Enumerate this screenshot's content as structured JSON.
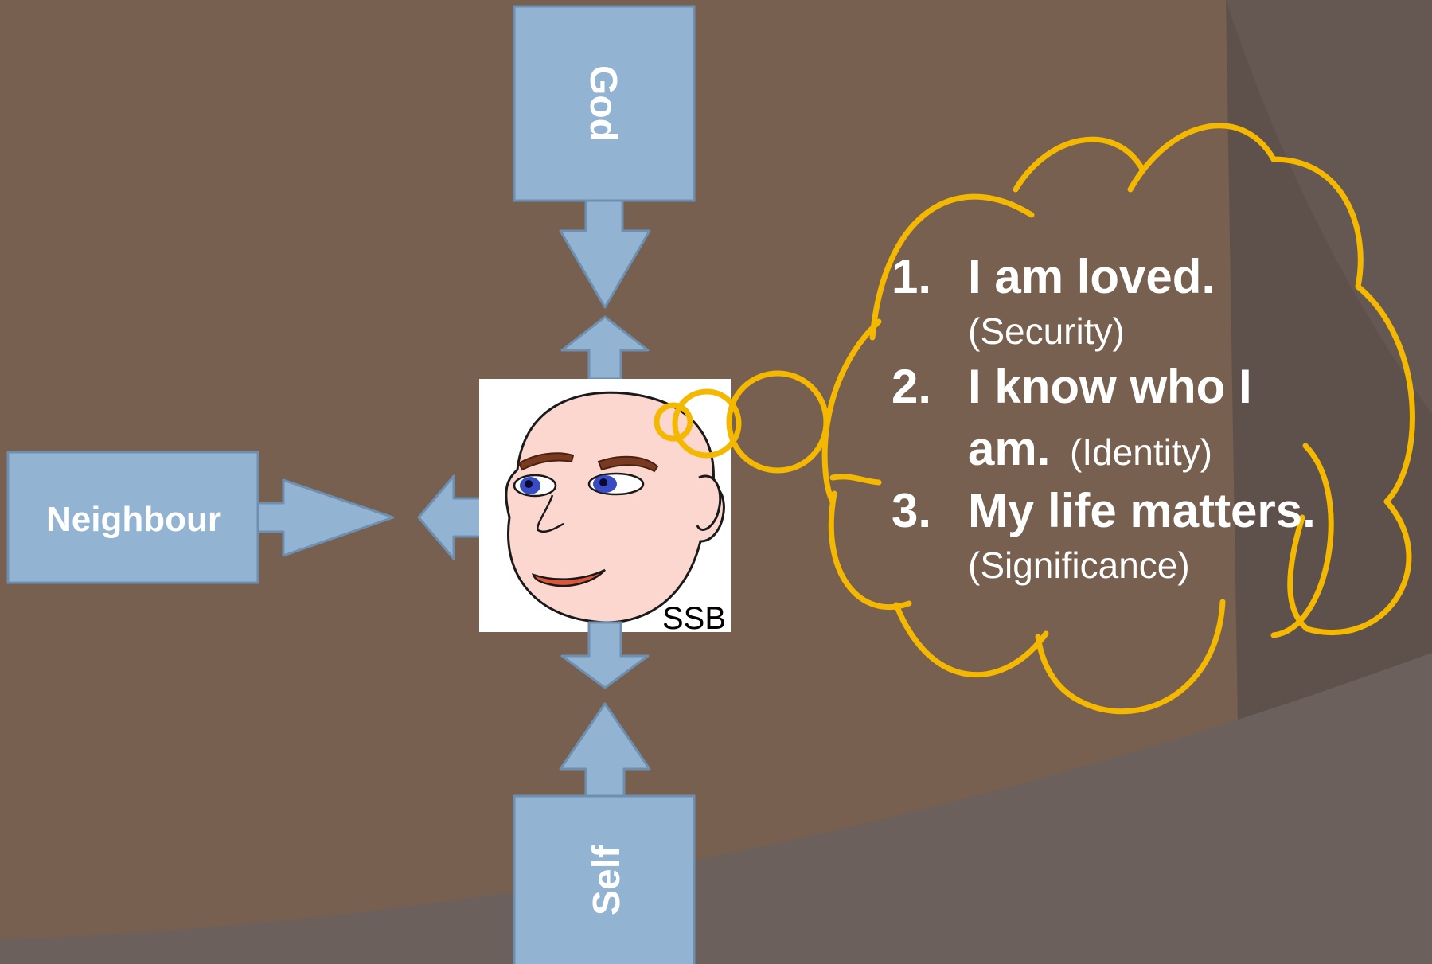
{
  "diagram": {
    "boxes": {
      "god": "God",
      "neighbour": "Neighbour",
      "self": "Self"
    },
    "face_label": "SSB",
    "thought_list": [
      {
        "number": "1.",
        "main": "I am loved.",
        "note": "(Security)"
      },
      {
        "number": "2.",
        "main_line1": "I know who I",
        "main_line2": "am.",
        "note": "(Identity)"
      },
      {
        "number": "3.",
        "main": "My life matters.",
        "note": "(Significance)"
      }
    ]
  },
  "colors": {
    "background": "#77604f",
    "background_dark": "#5e514c",
    "background_light": "#6b605b",
    "box_fill": "#93b3d3",
    "box_stroke": "#6f8fb0",
    "cloud_stroke": "#f5b800",
    "face_skin": "#fbd7cf",
    "iris": "#3a4cc4",
    "lips": "#e0553a"
  },
  "icons": [
    "face-illustration",
    "thought-cloud",
    "thought-bubble-rings",
    "arrow-icon"
  ]
}
